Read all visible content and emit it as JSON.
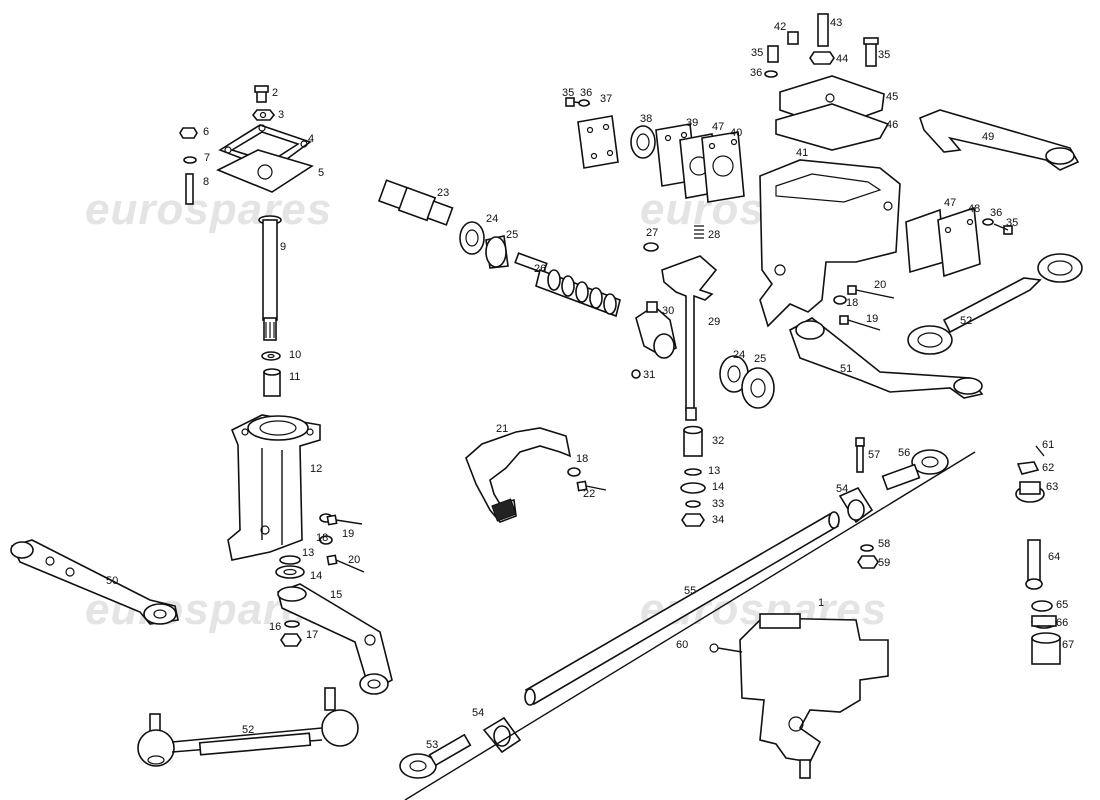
{
  "watermark": "eurospares",
  "labels": [
    "1",
    "2",
    "3",
    "4",
    "5",
    "6",
    "7",
    "8",
    "9",
    "10",
    "11",
    "12",
    "13",
    "14",
    "15",
    "16",
    "17",
    "18",
    "19",
    "20",
    "21",
    "22",
    "23",
    "24",
    "25",
    "26",
    "27",
    "28",
    "29",
    "30",
    "31",
    "32",
    "33",
    "34",
    "35",
    "36",
    "37",
    "38",
    "39",
    "40",
    "41",
    "42",
    "43",
    "44",
    "45",
    "46",
    "47",
    "48",
    "49",
    "50",
    "51",
    "52",
    "53",
    "54",
    "55",
    "56",
    "57",
    "58",
    "59",
    "60",
    "61",
    "62",
    "63",
    "64",
    "65",
    "66",
    "67"
  ]
}
